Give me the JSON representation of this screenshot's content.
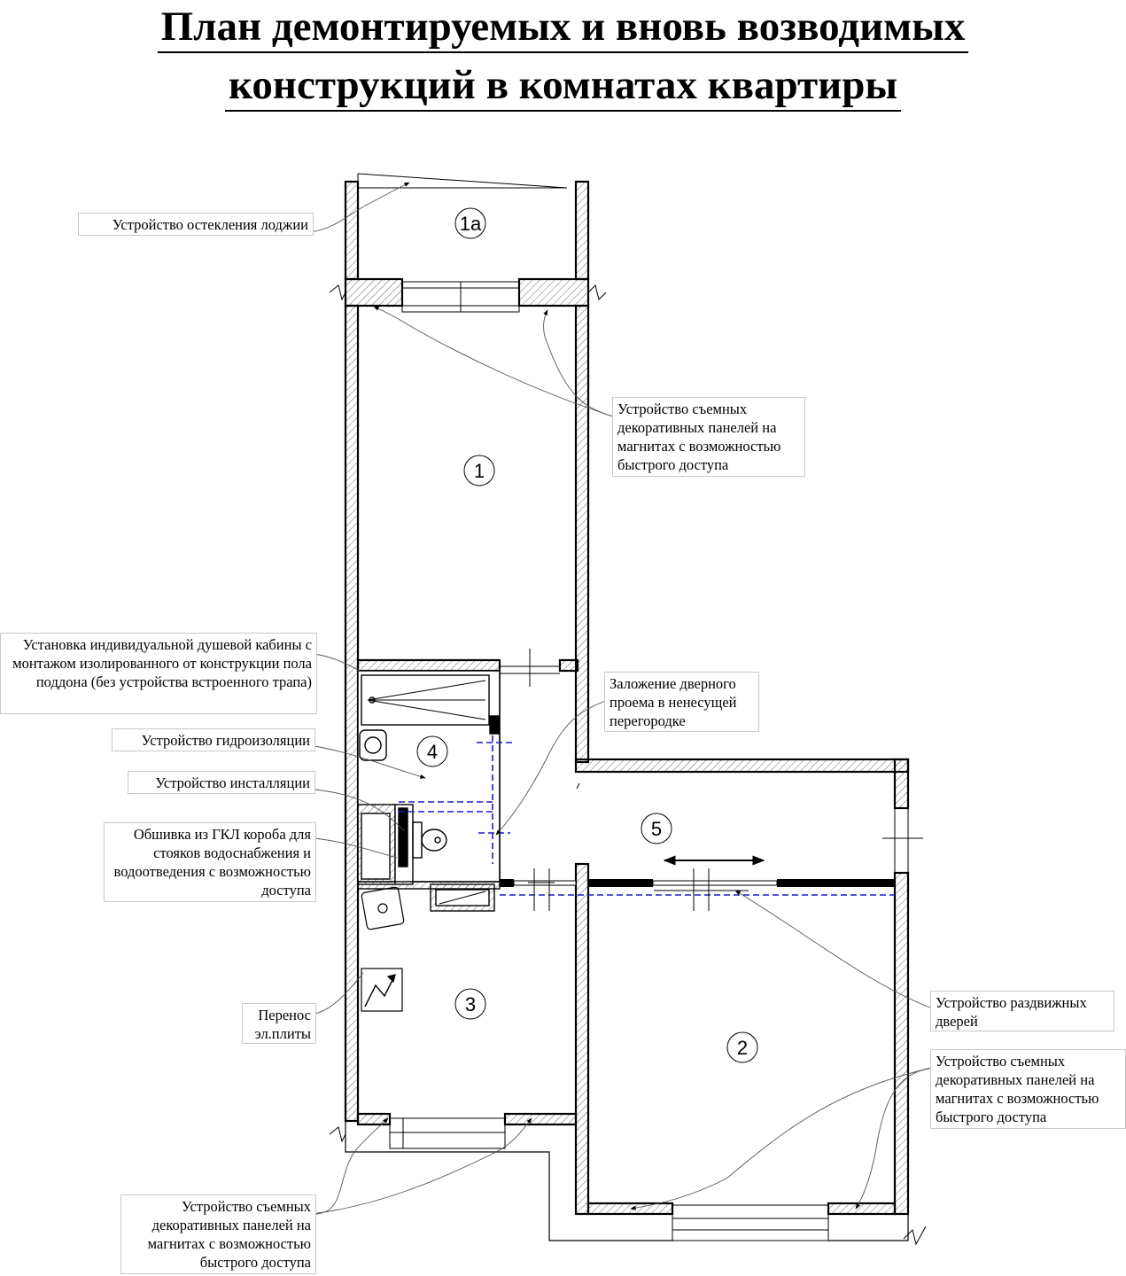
{
  "title": {
    "line1": "План демонтируемых и вновь возводимых",
    "line2": "конструкций в комнатах квартиры"
  },
  "rooms": {
    "r1a": "1а",
    "r1": "1",
    "r2": "2",
    "r3": "3",
    "r4": "4",
    "r5": "5"
  },
  "notes": {
    "loggia_glazing": "Устройство остекления лоджии",
    "panels_top": "Устройство съемных декоративных панелей на магнитах с возможностью быстрого доступа",
    "shower": "Установка индивидуальной душевой кабины с монтажом изолированного от конструкции пола поддона (без устройства встроенного трапа)",
    "door_closing": "Заложение дверного проема в ненесущей перегородке",
    "waterproofing": "Устройство гидроизоляции",
    "installation": "Устройство инсталляции",
    "gkl_box": "Обшивка из ГКЛ короба для стояков водоснабжения и водоотведения с возможностью доступа",
    "stove_move": "Перенос эл.плиты",
    "sliding_doors": "Устройство раздвижных дверей",
    "panels_right": "Устройство съемных декоративных панелей на магнитах с возможностью быстрого доступа",
    "panels_bottom": "Устройство съемных декоративных панелей на магнитах с возможностью быстрого доступа"
  }
}
